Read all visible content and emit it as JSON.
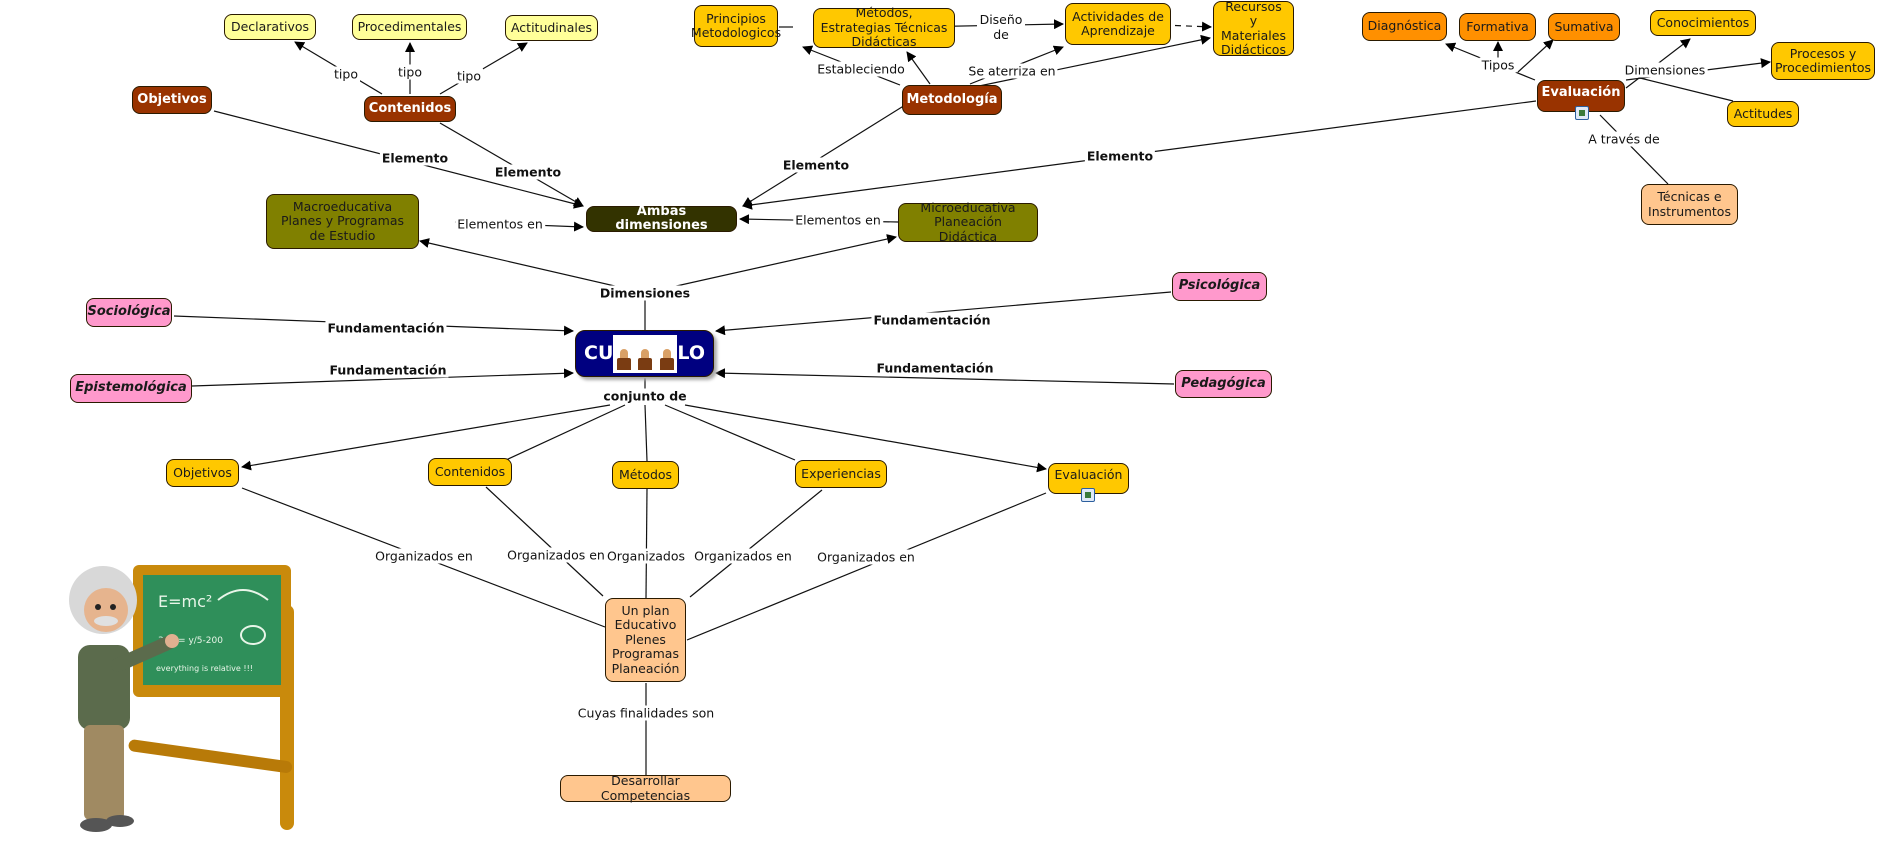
{
  "title": "CURRICULO",
  "center": {
    "left": "CU",
    "right": "LO",
    "image": "students-at-desks-image"
  },
  "nodes": {
    "declarativos": "Declarativos",
    "procedimentales": "Procedimentales",
    "actitudinales": "Actitudinales",
    "objetivos_top": "Objetivos",
    "contenidos_top": "Contenidos",
    "principios": "Principios Metodologicos",
    "metodos_estrategias": "Métodos, Estrategias Técnicas Didácticas",
    "actividades": "Actividades de Aprendizaje",
    "recursos": "Recursos y Materiales Didácticos",
    "metodologia": "Metodología",
    "diagnostica": "Diagnóstica",
    "formativa": "Formativa",
    "sumativa": "Sumativa",
    "conocimientos": "Conocimientos",
    "procesos": "Procesos y Procedimientos",
    "actitudes": "Actitudes",
    "evaluacion_top": "Evaluación",
    "tecnicas": "Técnicas e Instrumentos",
    "macro": "Macroeducativa Planes y Programas de Estudio",
    "ambas": "Ambas dimensiones",
    "micro": "Microeducativa Planeación Didáctica",
    "sociologica": "Sociológica",
    "epistemologica": "Epistemológica",
    "psicologica": "Psicológica",
    "pedagogica": "Pedagógica",
    "objetivos": "Objetivos",
    "contenidos": "Contenidos",
    "metodos": "Métodos",
    "experiencias": "Experiencias",
    "evaluacion": "Evaluación",
    "plan": "Un plan Educativo Plenes Programas Planeación",
    "competencias": "Desarrollar Competencias"
  },
  "links": {
    "tipo1": "tipo",
    "tipo2": "tipo",
    "tipo3": "tipo",
    "elemento1": "Elemento",
    "elemento2": "Elemento",
    "elemento3": "Elemento",
    "elemento4": "Elemento",
    "estableciendo": "Estableciendo",
    "diseno": "Diseño de",
    "aterriza": "Se aterriza en",
    "tipos": "Tipos",
    "dimensiones_eval": "Dimensiones",
    "a_traves": "A través de",
    "elementos_en1": "Elementos en",
    "elementos_en2": "Elementos en",
    "dimensiones": "Dimensiones",
    "fund1": "Fundamentación",
    "fund2": "Fundamentación",
    "fund3": "Fundamentación",
    "fund4": "Fundamentación",
    "conjunto": "conjunto de",
    "org1": "Organizados en",
    "org2": "Organizados en",
    "org3": "Organizados",
    "org4": "Organizados en",
    "org5": "Organizados en",
    "cuyas": "Cuyas finalidades son"
  },
  "attachments": [
    "document-icon",
    "image-icon"
  ],
  "illustration": "einstein-teacher-at-chalkboard",
  "colors": {
    "brown": "#993300",
    "gold": "#ffc800",
    "orange": "#ff9000",
    "pink": "#ff99cc",
    "olive": "#808000",
    "navy": "#000080",
    "peach": "#ffc68e",
    "lightyellow": "#ffff99"
  }
}
